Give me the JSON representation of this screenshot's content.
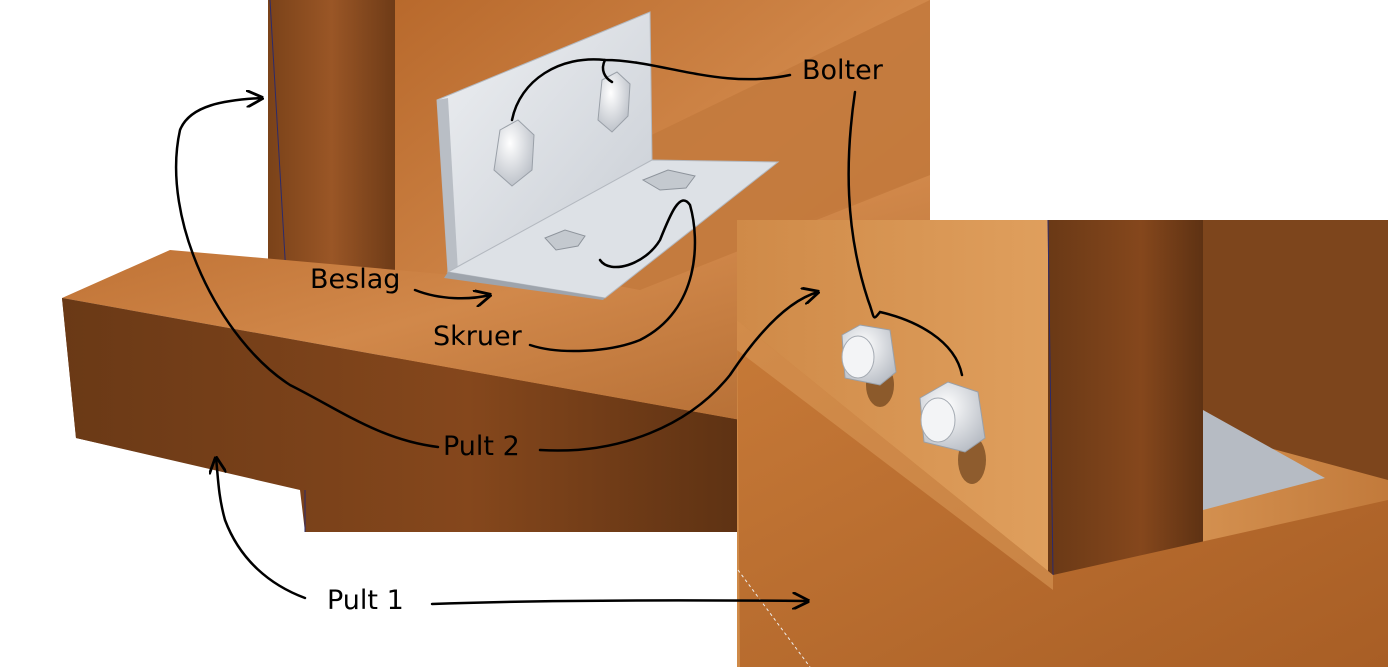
{
  "labels": {
    "bolter": "Bolter",
    "beslag": "Beslag",
    "skruer": "Skruer",
    "pult2": "Pult 2",
    "pult1": "Pult 1"
  },
  "colors": {
    "wood_light": "#c97b3c",
    "wood_mid": "#a8612a",
    "wood_dark": "#6b3a16",
    "metal": "#dfe3e8",
    "metal_shadow": "#aab0b8",
    "ink": "#000000"
  }
}
